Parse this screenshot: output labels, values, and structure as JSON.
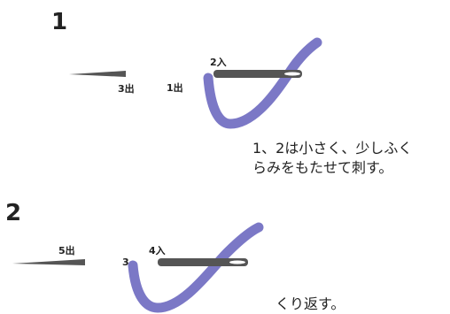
{
  "colors": {
    "thread": "#7b78c6",
    "needle": "#555555",
    "text": "#222222"
  },
  "steps": [
    {
      "number": "1",
      "labels": {
        "out3": "3出",
        "out1": "1出",
        "in2": "2入"
      },
      "instruction_lines": [
        "1、2は小さく、少しふく",
        "らみをもたせて刺す。"
      ]
    },
    {
      "number": "2",
      "labels": {
        "out5": "5出",
        "n3": "3",
        "in4": "4入"
      },
      "instruction_lines": [
        "くり返す。"
      ]
    }
  ]
}
